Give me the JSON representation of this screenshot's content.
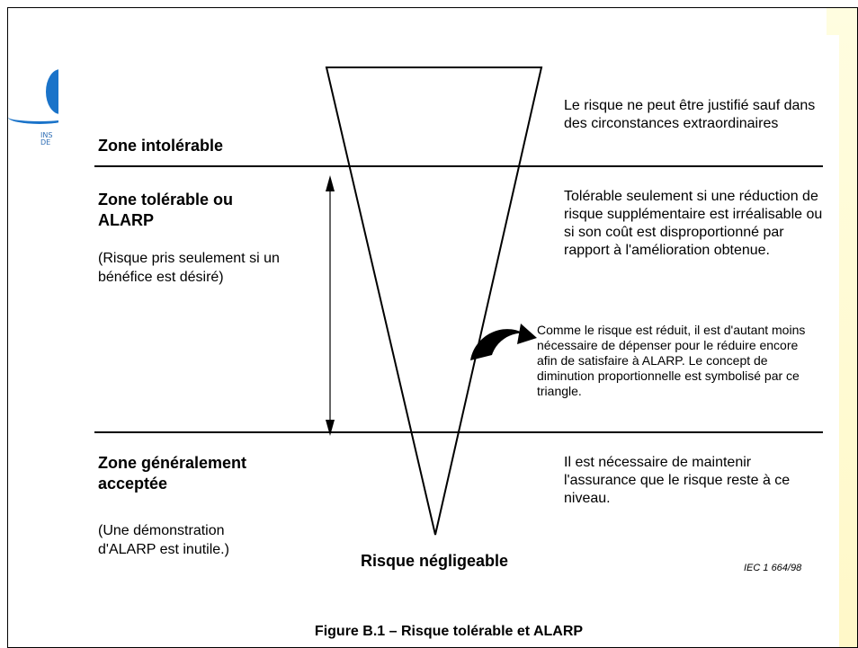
{
  "logo": {
    "text": "INS DE"
  },
  "zones": {
    "intolerable": {
      "title": "Zone intolérable",
      "desc": "Le risque ne peut être justifié sauf dans des circonstances extraordinaires"
    },
    "alarp": {
      "title": "Zone tolérable ou ALARP",
      "note": "(Risque pris seulement si un bénéfice est désiré)",
      "desc": "Tolérable seulement si une réduction de risque supplémentaire est irréalisable ou si son coût est disproportionné par rapport à l'amélioration obtenue."
    },
    "accepted": {
      "title": "Zone généralement acceptée",
      "note": "(Une démonstration d'ALARP est inutile.)",
      "desc": "Il est nécessaire de maintenir l'assurance que le risque reste à ce niveau."
    }
  },
  "arrow_note": "Comme le risque est réduit, il est d'autant moins nécessaire de dépenser pour le réduire encore afin de satisfaire à ALARP. Le concept de diminution proportionnelle est symbolisé par ce triangle.",
  "apex_label": "Risque négligeable",
  "reference": "IEC 1 664/98",
  "caption": "Figure B.1 – Risque tolérable et ALARP"
}
